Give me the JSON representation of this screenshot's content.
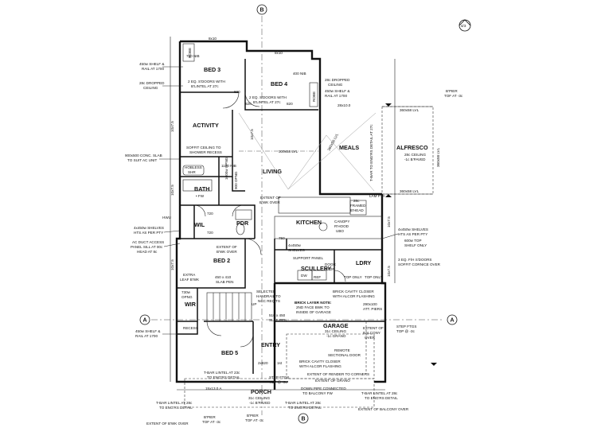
{
  "plan": {
    "north_mark": "4/3",
    "grid_markers": {
      "top": "B",
      "bottom": "B",
      "left": "A",
      "right": "A"
    },
    "rooms": {
      "bed3": "BED 3",
      "bed4": "BED 4",
      "activity": "ACTIVITY",
      "living": "LIVING",
      "meals": "MEALS",
      "alfresco": "ALFRESCO",
      "bath": "BATH",
      "pdr": "PDR",
      "wil": "WIL",
      "kitchen": "KITCHEN",
      "bed2": "BED 2",
      "scullery": "SCULLERY",
      "ldry": "LDRY",
      "wir": "WIR",
      "garage": "GARAGE",
      "entry": "ENTRY",
      "bed5": "BED 5",
      "porch": "PORCH"
    },
    "labels": {
      "dim_8x10_a": "8x10",
      "dim_8x10_b": "8x10",
      "nib_a": "750 NIB",
      "nib_b": "400 NIB",
      "bed3_doors": "2 EQ. S'DOORS WITH",
      "bed3_lintel": "B'LINTEL AT 27c",
      "bed4_doors": "2 EQ. S'DOORS WITH",
      "bed4_lintel": "B'LINTEL AT 27c",
      "robe_a": "ROBE",
      "robe_b": "ROBE",
      "door_820_a": "820",
      "door_820_b": "820",
      "door_820_c": "820",
      "shelf_left_1": "450w SHELF &",
      "shelf_left_2": "RAIL AT 1700",
      "dropped_left_1": "28c DROPPED",
      "dropped_left_2": "CEILING",
      "dropped_right_1": "28c DROPPED",
      "dropped_right_2": "CEILING",
      "shelf_right_1": "450w SHELF &",
      "shelf_right_2": "RAIL AT 1700",
      "dim_28x10": "28x10.0",
      "lvl_top": "360x58 LVL",
      "lvl_mid": "300x58 LVL",
      "lvl_bot": "360x58 LVL",
      "lvl_alf": "360x58 LVL",
      "brick_pier_1": "B'PIER",
      "brick_pier_2": "TOF AT -3c",
      "alfresco_ceil_1": "28c CEILING",
      "alfresco_ceil_2": "-1c B'PAVED",
      "tbar_meals": "T-BAR TO ENG'RS DETAIL AT 27c",
      "beam_label": "360x58 LVL",
      "soffit_1": "SOFFIT CEILING TO",
      "soffit_2": "SHOWER RECESS",
      "slab_1": "900x500 CONC. SLAB",
      "slab_2": "TO SUIT AC UNIT",
      "hobless_1": "HOBLESS",
      "hobless_2": "SHR",
      "fw": "• FW",
      "extent_bwk_1": "EXTENT OF",
      "extent_bwk_2": "B'WK OVER",
      "hwu": "HWU",
      "lam_pty": "LAM PTY",
      "framed_head_1": "28c",
      "framed_head_2": "FRAMED",
      "framed_head_3": "B'HEAD",
      "canopy_1": "CANOPY",
      "canopy_2": "R'HOOD",
      "canopy_3": "UBO",
      "shelves_right_1": "4x450w SHELVES",
      "shelves_right_2": "HTS AS PER PTY",
      "shelves_right_3": "600w TOP",
      "shelves_right_4": "SHELF ONLY",
      "shelves_left_1": "4x450w SHELVES",
      "shelves_left_2": "HTS AS PER PTY",
      "ac_duct_1": "AC DUCT ACCESS",
      "ac_duct_2": "PANEL SILL AT 00c",
      "ac_duct_3": "HEAD AT 8c",
      "extent_bed2_1": "EXTENT OF",
      "extent_bed2_2": "B'WK OVER",
      "extra_leaf_1": "EXTRA",
      "extra_leaf_2": "LEAF B'WK",
      "bed2_slab_1": "450 x 410",
      "bed2_slab_2": "SLAB PEN",
      "door_720_a": "720",
      "door_720_b": "720",
      "dim_750": "750",
      "shelves_scul_1": "4x450w",
      "shelves_scul_2": "SHELVES",
      "support_panel": "SUPPORT PANEL",
      "door_stop_1": "DOOR",
      "door_stop_2": "STOP",
      "dw": "DW",
      "ref": "REF",
      "sdoors_1": "3 EQ. F/H S'DOORS",
      "sdoors_2": "SOFFIT CORNICE OVER",
      "top_only_a": "TOP ONLY",
      "top_only_b": "TOP ONLY",
      "opng_730_1": "730w",
      "opng_730_2": "OPNG",
      "selected_1": "SELECTED",
      "selected_2": "HANDRAIL TO",
      "selected_3": "NCC REQ'TS",
      "brick_cav_1": "BRICK CAVITY CLOSER",
      "brick_cav_2": "WITH ALCOR FLASHING",
      "brick_layer_1": "BRICK LAYER NOTE:",
      "brick_layer_2": "2ND FACE BWK TO",
      "brick_layer_3": "INSIDE OF GARAGE",
      "pier_att_1": "290x100",
      "pier_att_2": "ATT. PIERS",
      "slab_510_1": "510 x 450",
      "slab_510_2": "SLAB PEN",
      "garage_1": "31c CEILING",
      "garage_2": "-1c GRANO",
      "extent_balc_1": "EXTENT OF",
      "extent_balc_2": "BALCONY",
      "extent_balc_3": "OVER",
      "step_ftg_1": "STEP FTGS",
      "step_ftg_2": "TOP @ -3c",
      "recess": "RECESS",
      "shelf_low_1": "450w SHELF &",
      "shelf_low_2": "RAIL AT 1700",
      "remote_1": "REMOTE",
      "remote_2": "SECTIONAL DOOR",
      "brick_cav2_1": "BRICK CAVITY CLOSER",
      "brick_cav2_2": "WITH ALCOR FLASHING",
      "render_1": "EXTENT OF RENDER TO CORNERS",
      "render_2": "EXTENT OF GRANO",
      "tbar_bed5_1": "T-BAR LINTEL AT 23c",
      "tbar_bed5_2": "TO ENG'RS DETAIL",
      "step_ftg_e_1": "STEP FTGS",
      "step_ftg_e_2": "TOP @ -3c",
      "porch_1": "31c CEILING",
      "porch_2": "-1c B'PAVED",
      "downpipe_1": "DOWN PIPE CONNECTED",
      "downpipe_2": "TO BALCONY FW",
      "tbar_porch_r_1": "T-BAR LINTEL AT 28c",
      "tbar_porch_r_2": "TO ENG'RS DETAIL",
      "extent_balc_bot": "EXTENT OF BALCONY OVER",
      "tbar_left_1": "T-BAR LINTEL AT 28c",
      "tbar_left_2": "TO ENG'RS DETAIL",
      "tbar_mid_1": "T-BAR LINTEL AT 28c",
      "tbar_mid_2": "TO ENG'RS DETAIL",
      "extent_bwk_bot": "EXTENT OF B'WK OVER",
      "pier_bot_1": "B'PIER",
      "pier_bot_2": "TOF AT -3c",
      "pier_bot_r_1": "B'PIER",
      "pier_bot_r_2": "TOF AT -3c",
      "dim_15": "15x13.0 A",
      "door_bed5": "2x820",
      "door_1st": "1st",
      "dim_side_a": "10x7.5",
      "dim_side_b": "10x7.5",
      "dim_side_c": "10x7.5",
      "dim_side_d": "10x7.5",
      "dim_side_e": "10x7.5",
      "dim_side_f": "10x7.5",
      "dim_1000": "1000w OPNG",
      "nib_1100": "1100 NIB",
      "up": "UP",
      "opng_900": "900 OPNG"
    }
  }
}
